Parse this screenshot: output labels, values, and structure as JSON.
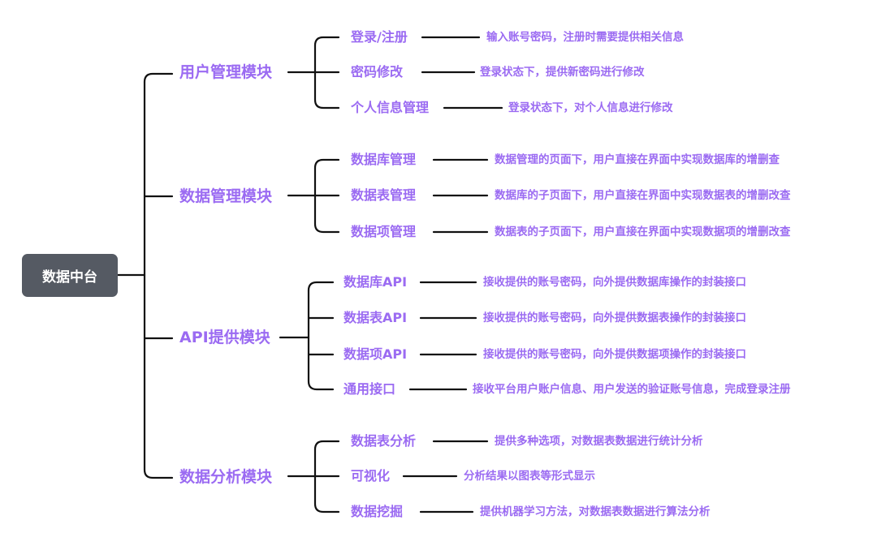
{
  "root": "数据中台",
  "modules": [
    {
      "title": "用户管理模块",
      "items": [
        {
          "label": "登录/注册",
          "desc": "输入账号密码，注册时需要提供相关信息"
        },
        {
          "label": "密码修改",
          "desc": "登录状态下，提供新密码进行修改"
        },
        {
          "label": "个人信息管理",
          "desc": "登录状态下，对个人信息进行修改"
        }
      ]
    },
    {
      "title": "数据管理模块",
      "items": [
        {
          "label": "数据库管理",
          "desc": "数据管理的页面下，用户直接在界面中实现数据库的增删查"
        },
        {
          "label": "数据表管理",
          "desc": "数据库的子页面下，用户直接在界面中实现数据表的增删改查"
        },
        {
          "label": "数据项管理",
          "desc": "数据表的子页面下，用户直接在界面中实现数据项的增删改查"
        }
      ]
    },
    {
      "title": "API提供模块",
      "items": [
        {
          "label": "数据库API",
          "desc": "接收提供的账号密码，向外提供数据库操作的封装接口"
        },
        {
          "label": "数据表API",
          "desc": "接收提供的账号密码，向外提供数据表操作的封装接口"
        },
        {
          "label": "数据项API",
          "desc": "接收提供的账号密码，向外提供数据项操作的封装接口"
        },
        {
          "label": "通用接口",
          "desc": "接收平台用户账户信息、用户发送的验证账号信息，完成登录注册"
        }
      ]
    },
    {
      "title": "数据分析模块",
      "items": [
        {
          "label": "数据表分析",
          "desc": "提供多种选项，对数据表数据进行统计分析"
        },
        {
          "label": "可视化",
          "desc": "分析结果以图表等形式显示"
        },
        {
          "label": "数据挖掘",
          "desc": "提供机器学习方法，对数据表数据进行算法分析"
        }
      ]
    }
  ]
}
